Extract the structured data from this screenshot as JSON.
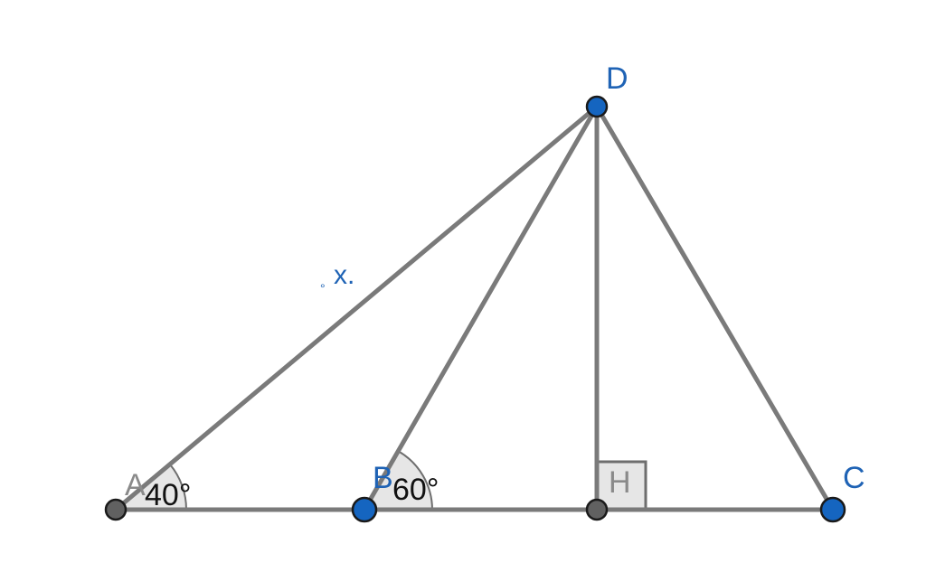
{
  "diagram": {
    "points": {
      "A": {
        "label": "A"
      },
      "B": {
        "label": "B"
      },
      "C": {
        "label": "C"
      },
      "D": {
        "label": "D"
      },
      "H": {
        "label": "H"
      }
    },
    "angles": {
      "A": "40°",
      "B": "60°"
    },
    "side_label": "x.",
    "side_label_mark": "°",
    "colors": {
      "segment": "#7a7a7a",
      "point_blue": "#1565c0",
      "point_gray": "#616161",
      "label_blue": "#1f63b5",
      "label_gray": "#8a8a8a",
      "angle_fill": "#e6e6e6"
    }
  }
}
